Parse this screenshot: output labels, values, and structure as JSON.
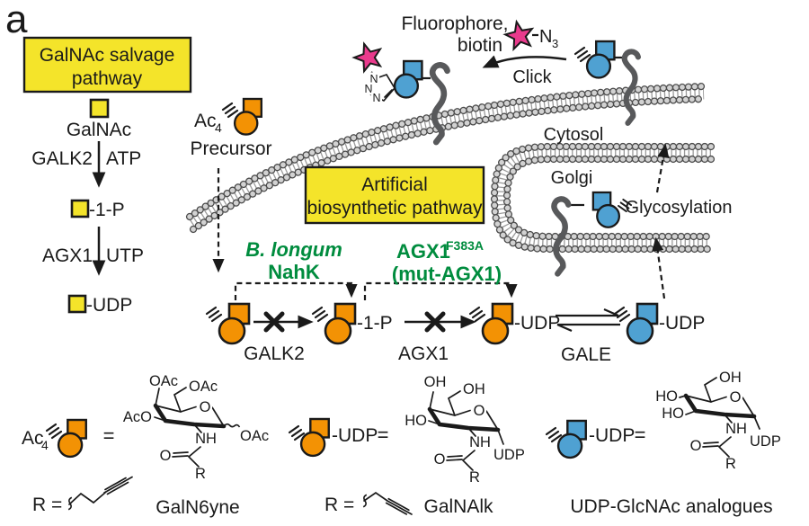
{
  "colors": {
    "ink": "#1a1a1a",
    "yellow": "#F4E42A",
    "orange": "#F39204",
    "blue": "#4FA1D2",
    "pink": "#E93A8C",
    "green": "#008C3E",
    "membrane": "#d2d2d2",
    "membrane-edge": "#4c4c4c",
    "protein": "#58595B",
    "hatch": "#9b9b9b"
  },
  "panel_label": "a",
  "salvage_box": {
    "line1": "GalNAc salvage",
    "line2": "pathway"
  },
  "salvage": {
    "galnac": "GalNAc",
    "galk2": "GALK2",
    "atp": "ATP",
    "one_p": "-1-P",
    "agx1": "AGX1",
    "utp": "UTP",
    "udp": "-UDP"
  },
  "precursor": {
    "ac": "Ac",
    "sub": "4",
    "label": "Precursor"
  },
  "click_region": {
    "fluorophore": "Fluorophore,",
    "biotin": "biotin",
    "n": "N",
    "sub": "3",
    "click": "Click"
  },
  "cell": {
    "cytosol": "Cytosol",
    "golgi": "Golgi",
    "glycosylation": "Glycosylation"
  },
  "artificial_box": {
    "line1": "Artificial",
    "line2": "biosynthetic pathway"
  },
  "enzymes": {
    "b_longum": "B. longum",
    "nahk": "NahK",
    "agx1": "AGX1",
    "agx1_sup": "F383A",
    "mut": "(mut-AGX1)"
  },
  "pathway": {
    "galk2": "GALK2",
    "one_p": "-1-P",
    "agx1": "AGX1",
    "udp_orange": "-UDP",
    "gale": "GALE",
    "udp_blue": "-UDP"
  },
  "triazole": {
    "n1": "N",
    "n2": "N",
    "n3": "N"
  },
  "legend": {
    "ac": "Ac",
    "ac_sub": "4",
    "eq1": "=",
    "udp_orange": "-UDP",
    "eq2": "=",
    "udp_blue": "-UDP",
    "eq3": "=",
    "r1": "R =",
    "name1": "GalN6yne",
    "r2": "R =",
    "name2": "GalNAlk",
    "name3": "UDP-GlcNAc analogues"
  },
  "structures": {
    "s1": {
      "oac_c4": "OAc",
      "oac_c6": "OAc",
      "aco_c3": "AcO",
      "ring_o": "O",
      "nh": "NH",
      "oac_c1": "OAc",
      "carbonyl_o": "O",
      "r": "R"
    },
    "s2": {
      "oh_c4": "OH",
      "oh_c6": "OH",
      "ho_c3": "HO",
      "ring_o": "O",
      "nh": "NH",
      "udp": "UDP",
      "carbonyl_o": "O",
      "r": "R"
    },
    "s3": {
      "oh_c6": "OH",
      "ho_c4": "HO",
      "ho_c3": "HO",
      "ring_o": "O",
      "nh": "NH",
      "udp": "UDP",
      "carbonyl_o": "O",
      "r": "R"
    }
  }
}
